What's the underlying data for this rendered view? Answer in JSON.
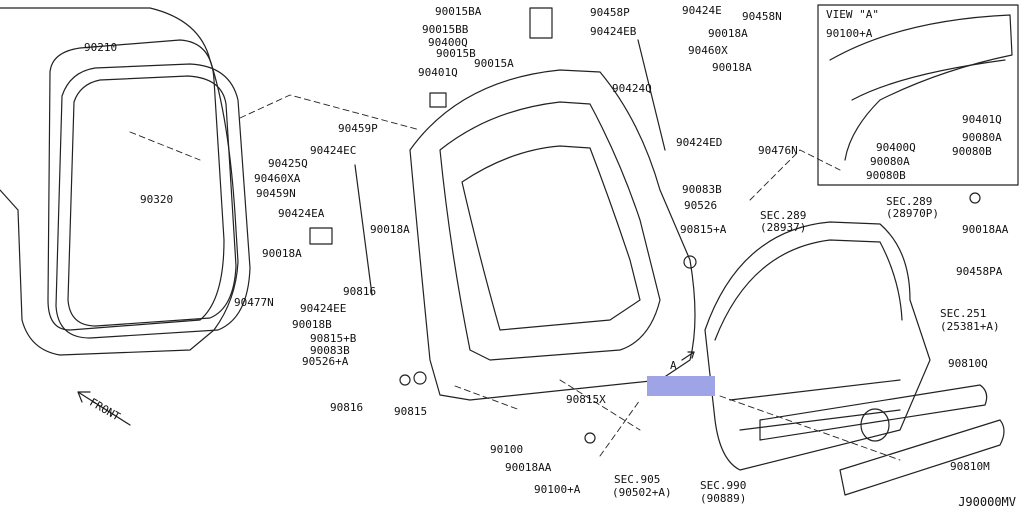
{
  "diagram_code": "J90000MV",
  "view_title": "VIEW \"A\"",
  "front_label": "FRONT",
  "view_marker": "A",
  "highlight_color": "#9fa4e6",
  "labels": [
    "90015BA",
    "90015BB",
    "90400Q",
    "90015B",
    "90015A",
    "90458P",
    "90424E",
    "90458N",
    "90424EB",
    "90018A",
    "90460X",
    "90018A",
    "90210",
    "90401Q",
    "90424Q",
    "90320",
    "90459P",
    "90424EC",
    "90425Q",
    "90460XA",
    "90459N",
    "90424EA",
    "90018A",
    "90018A",
    "90424ED",
    "90476N",
    "90083B",
    "90526",
    "90815+A",
    "SEC.289",
    "(28937)",
    "SEC.289",
    "(28970P)",
    "90018AA",
    "90458PA",
    "90816",
    "90477N",
    "90424EE",
    "90018B",
    "SEC.251",
    "(25381+A)",
    "90815+B",
    "90083B",
    "90526+A",
    "90810Q",
    "90816",
    "90815",
    "90815X",
    "90100",
    "90018AA",
    "SEC.905",
    "(90502+A)",
    "SEC.990",
    "(90889)",
    "90100+A",
    "90810M",
    "90100+A",
    "90401Q",
    "90400Q",
    "90080A",
    "90080B",
    "90080A",
    "90080B"
  ]
}
